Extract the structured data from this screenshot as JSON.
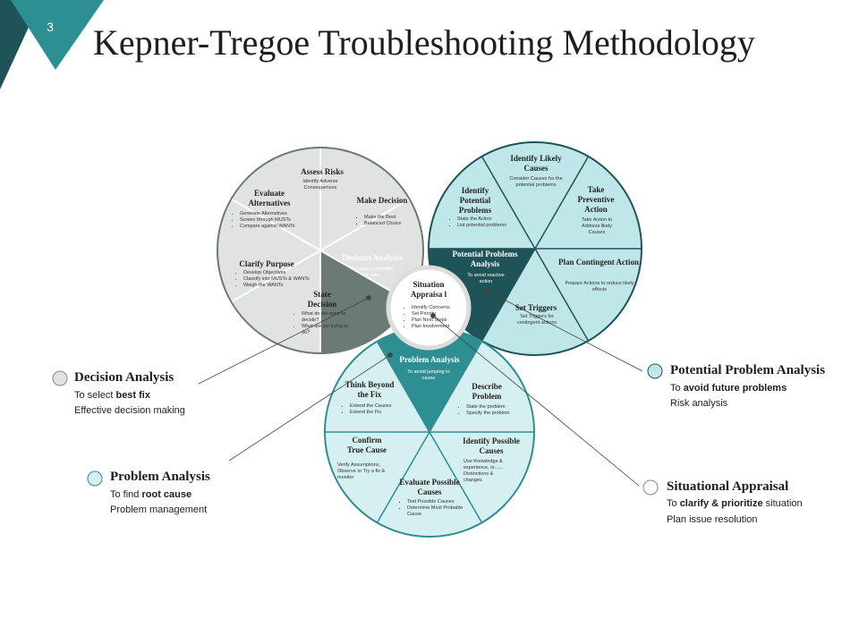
{
  "page_number": "3",
  "title": "Kepner-Tregoe Troubleshooting Methodology",
  "colors": {
    "dark_teal": "#1e5457",
    "teal": "#2e8f93",
    "light_teal": "#bfe7e9",
    "pale_teal": "#d6eff0",
    "gray": "#6b7b73",
    "light_gray": "#e1e3e1"
  },
  "decision_analysis": {
    "center": {
      "title": "Decision Analysis",
      "sub": "To balance benefits & risks"
    },
    "assess_risks": {
      "title": "Assess Risks",
      "sub": "Identify Adverse Consequences"
    },
    "make_decision": {
      "title": "Make Decision",
      "b1": "Make the Best",
      "b2": "Balanced Choice"
    },
    "evaluate_alternatives": {
      "title": "Evaluate Alternatives",
      "b1": "Generate Alternatives",
      "b2": "Screen through MUSTs",
      "b3": "Compare against WANTs"
    },
    "clarify_purpose": {
      "title": "Clarify Purpose",
      "b1": "Develop Objectives",
      "b2": "Classify into MUSTs & WANTs",
      "b3": "Weigh the WANTs"
    },
    "state_decision": {
      "title": "State Decision",
      "b1": "What do we need to decide?",
      "b2": "What are we trying to do?"
    }
  },
  "potential_problem_analysis": {
    "center": {
      "title": "Potential Problems Analysis",
      "sub": "To avoid reactive action"
    },
    "identify_likely_causes": {
      "title": "Identify Likely Causes",
      "sub": "Consider Causes for the potential problems"
    },
    "identify_potential_problems": {
      "title": "Identify Potential Problems",
      "b1": "State the Action",
      "b2": "List potential problems"
    },
    "take_preventive_action": {
      "title": "Take Preventive Action",
      "sub": "Take Action to Address likely Causes"
    },
    "plan_contingent_action": {
      "title": "Plan Contingent Action",
      "sub": "Prepare Actions to reduce likely effects"
    },
    "set_triggers": {
      "title": "Set Triggers",
      "sub": "Set Triggers for contingent actions"
    }
  },
  "problem_analysis": {
    "center": {
      "title": "Problem Analysis",
      "sub": "To avoid jumping to cause"
    },
    "think_beyond": {
      "title": "Think Beyond the Fix",
      "b1": "Extend the Causes",
      "b2": "Extend the Fix"
    },
    "describe_problem": {
      "title": "Describe Problem",
      "b1": "State the problem",
      "b2": "Specify the problem"
    },
    "confirm_true_cause": {
      "title": "Confirm True Cause",
      "sub": "Verify Assumptions, Observe or Try a fix & monitor"
    },
    "identify_possible_causes": {
      "title": "Identify Possible Causes",
      "sub": "Use Knowledge & experience, or...... Distinctions & changes"
    },
    "evaluate_possible_causes": {
      "title": "Evaluate Possible Causes",
      "b1": "Test Possible Causes",
      "b2": "Determine Most Probable Cause"
    }
  },
  "situation_appraisal": {
    "title": "Situation Appraisa l",
    "b1": "Identify Concerns",
    "b2": "Set Priority",
    "b3": "Plan Next Steps",
    "b4": "Plan Involvement"
  },
  "legend": {
    "decision": {
      "title": "Decision Analysis",
      "line1_pre": "To select ",
      "line1_bold": "best fix",
      "line2": "Effective decision making"
    },
    "problem": {
      "title": "Problem Analysis",
      "line1_pre": "To find ",
      "line1_bold": "root cause",
      "line2": "Problem management"
    },
    "potential": {
      "title": "Potential Problem Analysis",
      "line1_pre": "To ",
      "line1_bold": "avoid future problems",
      "line2": "Risk analysis"
    },
    "situational": {
      "title": "Situational Appraisal",
      "line1_pre": "To ",
      "line1_bold": "clarify & prioritize",
      "line1_post": " situation",
      "line2": "Plan issue resolution"
    }
  }
}
